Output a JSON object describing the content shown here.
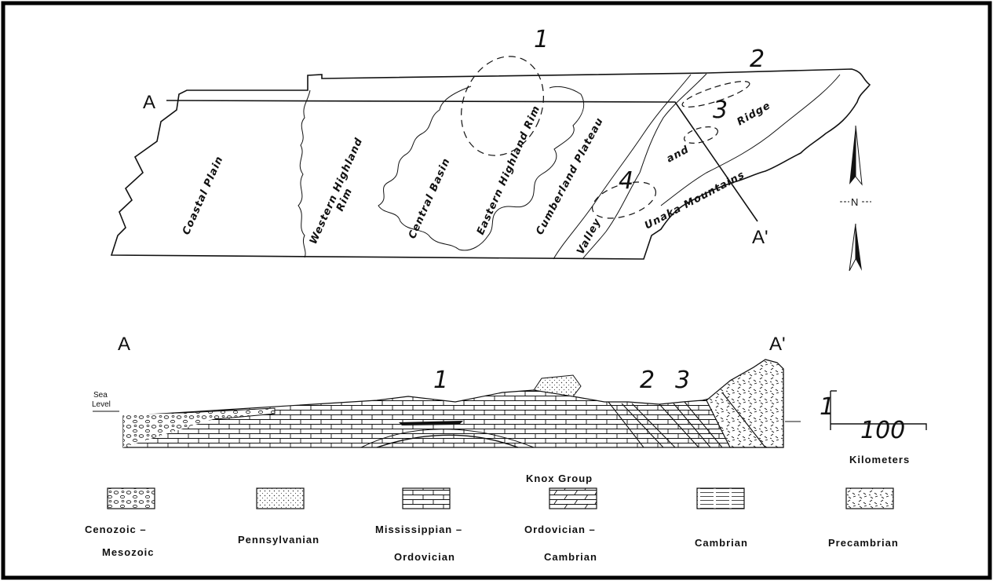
{
  "map": {
    "section_start": "A",
    "section_end": "A'",
    "regions": [
      "Coastal Plain",
      "Western Highland",
      "Rim",
      "Central Basin",
      "Eastern Highland Rim",
      "Cumberland Plateau",
      "Valley",
      "and",
      "Ridge",
      "Unaka Mountains"
    ],
    "sites": [
      "1",
      "2",
      "3",
      "4"
    ],
    "north_label": "N"
  },
  "cross_section": {
    "start": "A",
    "end": "A'",
    "sea_level": [
      "Sea",
      "Level"
    ],
    "sites": [
      "1",
      "2",
      "3"
    ],
    "scale_vertical": "1",
    "scale_horizontal": "100",
    "scale_unit": "Kilometers"
  },
  "legend": [
    {
      "label_lines": [
        "Cenozoic –",
        "Mesozoic"
      ],
      "pattern": "pebbles"
    },
    {
      "label_lines": [
        "Pennsylvanian"
      ],
      "pattern": "dots"
    },
    {
      "label_lines": [
        "Mississippian –",
        "Ordovician"
      ],
      "pattern": "limestone"
    },
    {
      "label_lines": [
        "Ordovician –",
        "Cambrian"
      ],
      "header": "Knox Group",
      "pattern": "dolomite"
    },
    {
      "label_lines": [
        "Cambrian"
      ],
      "pattern": "shale"
    },
    {
      "label_lines": [
        "Precambrian"
      ],
      "pattern": "crystalline"
    }
  ]
}
